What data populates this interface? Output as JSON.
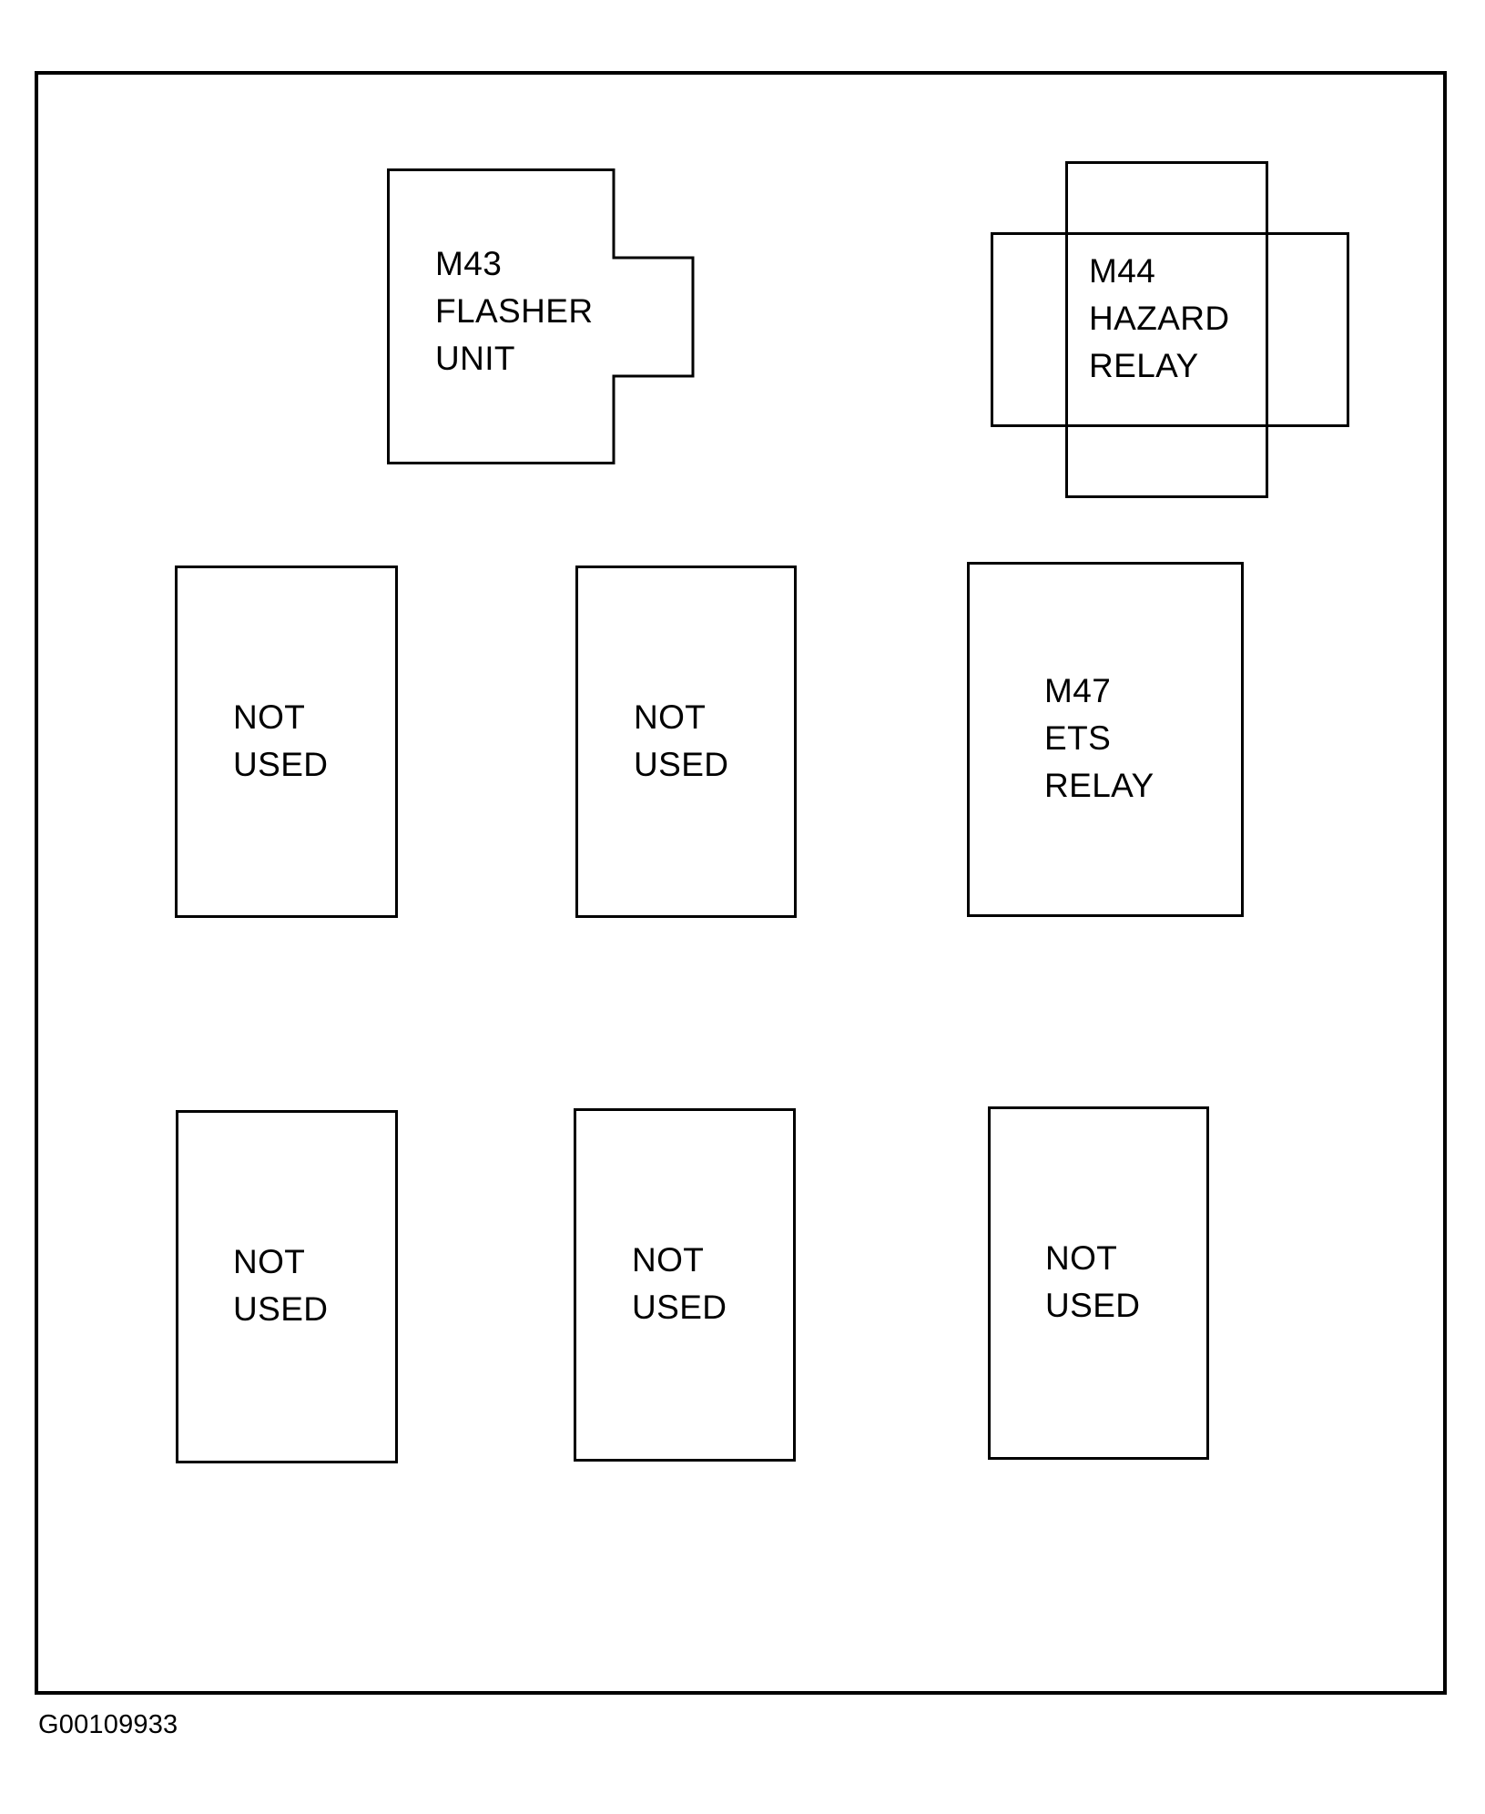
{
  "figure": {
    "caption": "G00109933",
    "panel_border_color": "#000000",
    "background_color": "#ffffff",
    "line_color": "#000000"
  },
  "components": [
    {
      "id": "m43",
      "shape": "notched-rectangle",
      "lines": [
        "M43",
        "FLASHER",
        "UNIT"
      ],
      "label": "M43 FLASHER UNIT"
    },
    {
      "id": "m44",
      "shape": "crossed-rectangles",
      "lines": [
        "M44",
        "HAZARD",
        "RELAY"
      ],
      "label": "M44 HAZARD RELAY"
    },
    {
      "id": "r2c1",
      "shape": "rectangle",
      "lines": [
        "NOT",
        "USED"
      ],
      "label": "NOT USED"
    },
    {
      "id": "r2c2",
      "shape": "rectangle",
      "lines": [
        "NOT",
        "USED"
      ],
      "label": "NOT USED"
    },
    {
      "id": "m47",
      "shape": "rectangle",
      "lines": [
        "M47",
        "ETS",
        "RELAY"
      ],
      "label": "M47 ETS RELAY"
    },
    {
      "id": "r3c1",
      "shape": "rectangle",
      "lines": [
        "NOT",
        "USED"
      ],
      "label": "NOT USED"
    },
    {
      "id": "r3c2",
      "shape": "rectangle",
      "lines": [
        "NOT",
        "USED"
      ],
      "label": "NOT USED"
    },
    {
      "id": "r3c3",
      "shape": "rectangle",
      "lines": [
        "NOT",
        "USED"
      ],
      "label": "NOT USED"
    }
  ]
}
